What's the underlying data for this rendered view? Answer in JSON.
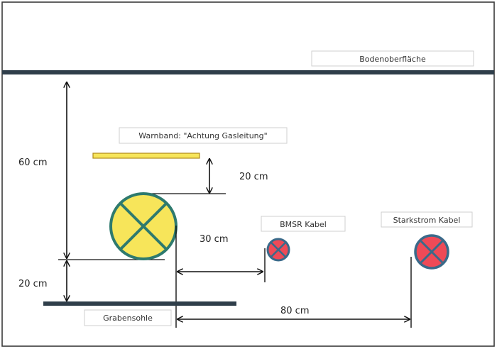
{
  "labels": {
    "surface": "Bodenoberfläche",
    "warning_tape": "Warnband: \"Achtung Gasleitung\"",
    "bmsr_cable": "BMSR Kabel",
    "power_cable": "Starkstrom Kabel",
    "trench_bottom": "Grabensohle"
  },
  "dimensions": {
    "depth_to_pipe": "60 cm",
    "tape_to_pipe": "20 cm",
    "pipe_to_bmsr": "30 cm",
    "pipe_to_bottom": "20 cm",
    "pipe_to_power": "80 cm"
  },
  "colors": {
    "line": "#2f3e4a",
    "gas_pipe_fill": "#f7e55a",
    "gas_pipe_cross": "#2e7a6e",
    "cable_fill": "#ef4a57",
    "cable_cross": "#3a6a8a",
    "tape_fill": "#f7e55a",
    "tape_stroke": "#b08a1a"
  }
}
